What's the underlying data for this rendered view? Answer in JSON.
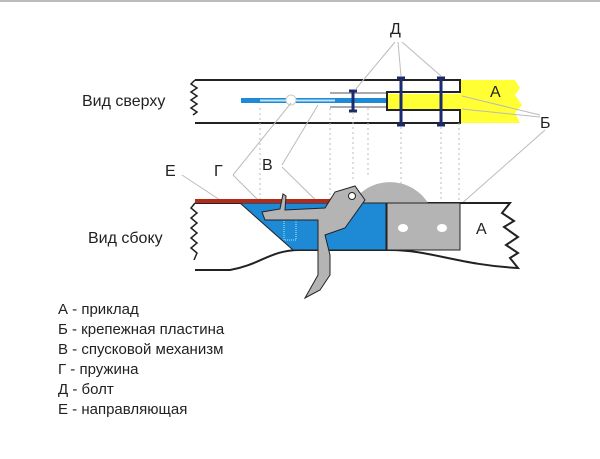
{
  "views": {
    "top": "Вид сверху",
    "side": "Вид сбоку"
  },
  "labels": {
    "A": "А",
    "B": "Б",
    "V": "В",
    "G": "Г",
    "D": "Д",
    "E": "Е"
  },
  "legend": [
    "А - приклад",
    "Б - крепежная пластина",
    "В - спусковой механизм",
    "Г - пружина",
    "Д - болт",
    "Е - направляющая"
  ],
  "colors": {
    "blue": "#1e8ad6",
    "grey": "#b4b4b4",
    "yellow": "#ffff33",
    "red": "#b22a1a",
    "bolt": "#1c2a6e"
  }
}
